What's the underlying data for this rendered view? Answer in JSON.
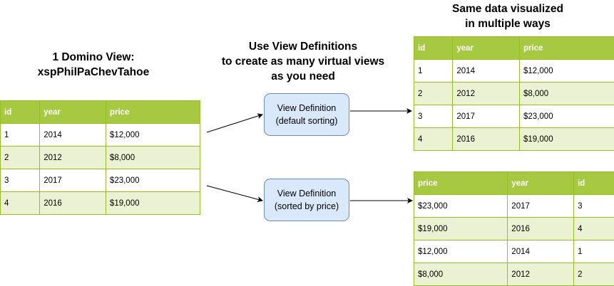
{
  "headings": {
    "left": [
      "1 Domino View:",
      "xspPhilPaChevTahoe"
    ],
    "middle": [
      "Use View Definitions",
      "to create as many virtual views",
      "as you need"
    ],
    "right": [
      "Same data visualized",
      "in multiple ways"
    ]
  },
  "boxes": [
    {
      "line1": "View Definition",
      "line2": "(default sorting)"
    },
    {
      "line1": "View Definition",
      "line2": "(sorted by price)"
    }
  ],
  "tables": {
    "source": {
      "columns": [
        "id",
        "year",
        "price"
      ],
      "rows": [
        [
          "1",
          "2014",
          "$12,000"
        ],
        [
          "2",
          "2012",
          "$8,000"
        ],
        [
          "3",
          "2017",
          "$23,000"
        ],
        [
          "4",
          "2016",
          "$19,000"
        ]
      ]
    },
    "default": {
      "columns": [
        "id",
        "year",
        "price"
      ],
      "rows": [
        [
          "1",
          "2014",
          "$12,000"
        ],
        [
          "2",
          "2012",
          "$8,000"
        ],
        [
          "3",
          "2017",
          "$23,000"
        ],
        [
          "4",
          "2016",
          "$19,000"
        ]
      ]
    },
    "by_price": {
      "columns": [
        "price",
        "year",
        "id"
      ],
      "rows": [
        [
          "$23,000",
          "2017",
          "3"
        ],
        [
          "$19,000",
          "2016",
          "4"
        ],
        [
          "$12,000",
          "2014",
          "1"
        ],
        [
          "$8,000",
          "2012",
          "2"
        ]
      ]
    }
  },
  "colors": {
    "header": "#a7c942",
    "alt_row": "#eaf2d3",
    "box_fill": "#dae8fc",
    "box_border": "#6c8ebf"
  }
}
